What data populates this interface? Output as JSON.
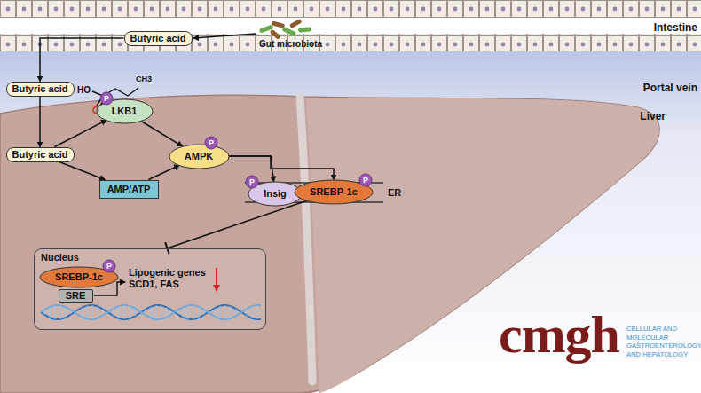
{
  "diagram": {
    "nodes": [
      {
        "text": [
          "Butyric acid"
        ]
      },
      {
        "text": [
          "Butyric acid"
        ]
      },
      {
        "text": [
          "Butyric acid"
        ]
      },
      {
        "text": [
          "LKB1"
        ]
      },
      {
        "text": [
          "P"
        ]
      },
      {
        "text": [
          "AMP/ATP"
        ]
      },
      {
        "text": [
          "AMPK"
        ]
      },
      {
        "text": [
          "P"
        ]
      },
      {
        "text": [
          "Insig"
        ]
      },
      {
        "text": [
          "P"
        ]
      },
      {
        "text": [
          "SREBP-1c"
        ]
      },
      {
        "text": [
          "P"
        ]
      },
      {
        "text": [
          "Nucleus"
        ]
      },
      {
        "text": [
          "SREBP-1c"
        ],
        "in": 12
      },
      {
        "text": [
          "P"
        ],
        "in": 12
      },
      {
        "text": [
          "SRE"
        ],
        "in": 12
      }
    ],
    "edges": [
      {
        "from": 0,
        "to": 1,
        "arrow": "to"
      },
      {
        "from": 1,
        "to": 2,
        "arrow": "to"
      },
      {
        "from": 2,
        "to": 3,
        "arrow": "to"
      },
      {
        "from": 2,
        "to": 5,
        "arrow": "to"
      },
      {
        "from": 3,
        "to": 6,
        "arrow": "to"
      },
      {
        "from": 5,
        "to": 6,
        "arrow": "to"
      },
      {
        "from": 6,
        "to": 8,
        "arrow": "to"
      },
      {
        "from": 6,
        "to": 10,
        "arrow": "to"
      },
      {
        "from": 10,
        "to": 12,
        "arrow": "to"
      }
    ],
    "labels": [
      "Intestine",
      "Gut microbiota",
      "Portal vein",
      "HO",
      "O",
      "CH3",
      "Liver",
      "ER",
      "Lipogenic genes SCD1, FAS",
      "cmgh",
      "CELLULAR AND MOLECULAR GASTROENTEROLOGY AND HEPATOLOGY"
    ]
  }
}
